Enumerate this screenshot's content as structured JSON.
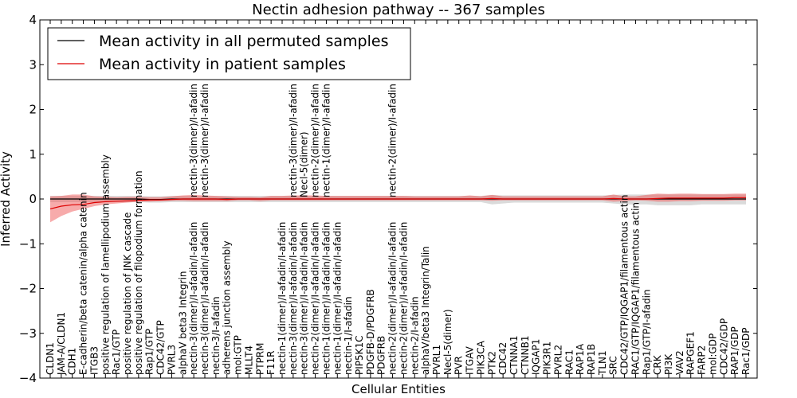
{
  "chart_data": {
    "type": "line",
    "title": "Nectin adhesion pathway -- 367 samples",
    "xlabel": "Cellular Entities",
    "ylabel": "Inferred Activity",
    "ylim": [
      -4,
      4
    ],
    "yticks": [
      -4,
      -3,
      -2,
      -1,
      0,
      1,
      2,
      3,
      4
    ],
    "ytick_labels": [
      "−4",
      "−3",
      "−2",
      "−1",
      "0",
      "1",
      "2",
      "3",
      "4"
    ],
    "grid": false,
    "legend_position": "top-left",
    "categories": [
      "CLDN1",
      "JAM-A/CLDN1",
      "CDH1",
      "E-cadherin/beta catenin/alpha catenin",
      "ITGB3",
      "positive regulation of lamellipodium assembly",
      "Rac1/GTP",
      "positive regulation of JNK cascade",
      "positive regulation of filopodium formation",
      "Rap1/GTP",
      "CDC42/GTP",
      "PVRL3",
      "alphaV beta3 Integrin",
      "nectin-3(dimer)/I-afadin/I-afadin",
      "nectin-3(dimer)/I-afadin/I-afadin",
      "nectin-3/I-afadin",
      "adherens junction assembly",
      "mol:GTP",
      "MLLT4",
      "PTPRM",
      "F11R",
      "nectin-1(dimer)/I-afadin/I-afadin",
      "nectin-3(dimer)/I-afadin/I-afadin",
      "nectin-3(dimer)/I-afadin/I-afadin",
      "nectin-2(dimer)/I-afadin/I-afadin",
      "nectin-1(dimer)/I-afadin/I-afadin",
      "nectin-1(dimer)/I-afadin/I-afadin",
      "nectin-1/I-afadin",
      "PIP5K1C",
      "PDGFB-D/PDGFRB",
      "PDGFRB",
      "nectin-2(dimer)/I-afadin/I-afadin",
      "nectin-2(dimer)/I-afadin/I-afadin",
      "nectin-2/I-afadin",
      "alphaV/beta3 Integrin/Talin",
      "PVRL1",
      "Necl-5(dimer)",
      "PVR",
      "ITGAV",
      "PIK3CA",
      "PTK2",
      "CDC42",
      "CTNNA1",
      "CTNNB1",
      "IQGAP1",
      "PIK3R1",
      "PVRL2",
      "RAC1",
      "RAP1A",
      "RAP1B",
      "TLN1",
      "SRC",
      "CDC42/GTP/IQGAP1/filamentous actin",
      "RAC1/GTP/IQGAP1/filamentous actin",
      "Rap1/GTP/I-afadin",
      "CRK",
      "PI3K",
      "VAV2",
      "RAPGEF1",
      "FARP2",
      "mol:GDP",
      "CDC42/GDP",
      "RAP1/GDP",
      "Rac1/GDP"
    ],
    "upper_labels": [
      {
        "index": 13,
        "text": "nectin-3(dimer)/I-afadin"
      },
      {
        "index": 14,
        "text": "nectin-3(dimer)/I-afadin"
      },
      {
        "index": 22,
        "text": "nectin-3(dimer)/I-afadin"
      },
      {
        "index": 23,
        "text": "Necl-5(dimer)"
      },
      {
        "index": 24,
        "text": "nectin-2(dimer)/I-afadin"
      },
      {
        "index": 25,
        "text": "nectin-1(dimer)/I-afadin"
      },
      {
        "index": 31,
        "text": "nectin-2(dimer)/I-afadin"
      }
    ],
    "series": [
      {
        "name": "Mean activity in all permuted samples",
        "color": "#000000",
        "values": [
          0.0,
          0.0,
          0.0,
          0.0,
          0.0,
          0.0,
          0.0,
          0.0,
          0.0,
          -0.01,
          -0.01,
          0.0,
          0.0,
          0.0,
          0.0,
          0.0,
          0.0,
          0.0,
          0.0,
          0.0,
          0.0,
          0.0,
          0.0,
          0.0,
          0.0,
          0.0,
          0.0,
          0.0,
          0.0,
          0.0,
          0.0,
          0.0,
          0.0,
          0.0,
          0.0,
          0.0,
          0.0,
          0.0,
          0.0,
          0.0,
          0.0,
          0.0,
          0.0,
          0.0,
          0.0,
          0.0,
          0.0,
          0.0,
          0.0,
          0.0,
          0.0,
          0.0,
          0.0,
          0.0,
          0.0,
          0.0,
          0.0,
          0.0,
          0.0,
          0.0,
          0.0,
          0.0,
          0.0,
          0.0
        ],
        "lower": [
          -0.07,
          -0.07,
          -0.07,
          -0.07,
          -0.07,
          -0.07,
          -0.07,
          -0.07,
          -0.07,
          -0.08,
          -0.08,
          -0.07,
          -0.07,
          -0.07,
          -0.07,
          -0.07,
          -0.07,
          -0.07,
          -0.07,
          -0.07,
          -0.07,
          -0.07,
          -0.07,
          -0.07,
          -0.07,
          -0.07,
          -0.07,
          -0.07,
          -0.07,
          -0.07,
          -0.07,
          -0.07,
          -0.07,
          -0.07,
          -0.07,
          -0.07,
          -0.07,
          -0.07,
          -0.07,
          -0.07,
          -0.12,
          -0.1,
          -0.08,
          -0.08,
          -0.08,
          -0.08,
          -0.08,
          -0.08,
          -0.08,
          -0.08,
          -0.08,
          -0.1,
          -0.12,
          -0.12,
          -0.12,
          -0.14,
          -0.14,
          -0.14,
          -0.14,
          -0.12,
          -0.12,
          -0.12,
          -0.12,
          -0.12
        ],
        "upper": [
          0.07,
          0.07,
          0.07,
          0.07,
          0.07,
          0.07,
          0.07,
          0.07,
          0.07,
          0.06,
          0.06,
          0.07,
          0.07,
          0.07,
          0.07,
          0.07,
          0.07,
          0.07,
          0.07,
          0.07,
          0.07,
          0.07,
          0.07,
          0.07,
          0.07,
          0.07,
          0.07,
          0.07,
          0.07,
          0.07,
          0.07,
          0.07,
          0.07,
          0.07,
          0.07,
          0.07,
          0.07,
          0.07,
          0.07,
          0.07,
          0.09,
          0.08,
          0.08,
          0.08,
          0.08,
          0.08,
          0.08,
          0.08,
          0.08,
          0.08,
          0.08,
          0.09,
          0.1,
          0.1,
          0.1,
          0.1,
          0.1,
          0.1,
          0.1,
          0.1,
          0.1,
          0.1,
          0.1,
          0.1
        ]
      },
      {
        "name": "Mean activity in patient samples",
        "color": "#dd0000",
        "values": [
          -0.22,
          -0.16,
          -0.13,
          -0.12,
          -0.08,
          -0.06,
          -0.05,
          -0.04,
          -0.03,
          -0.02,
          -0.02,
          -0.01,
          0.0,
          0.0,
          0.0,
          0.0,
          -0.01,
          0.0,
          0.0,
          0.0,
          0.0,
          0.0,
          0.0,
          0.0,
          0.0,
          0.0,
          0.0,
          0.0,
          0.0,
          0.0,
          0.0,
          0.0,
          0.0,
          0.0,
          0.0,
          0.0,
          0.0,
          0.0,
          0.0,
          0.0,
          0.01,
          0.0,
          0.0,
          0.0,
          0.0,
          0.0,
          0.0,
          0.0,
          0.0,
          0.0,
          0.0,
          0.01,
          0.0,
          0.0,
          0.0,
          0.01,
          0.02,
          0.02,
          0.02,
          0.02,
          0.02,
          0.02,
          0.03,
          0.03
        ],
        "lower": [
          -0.52,
          -0.38,
          -0.28,
          -0.22,
          -0.16,
          -0.12,
          -0.1,
          -0.08,
          -0.06,
          -0.06,
          -0.05,
          -0.04,
          -0.04,
          -0.05,
          -0.05,
          -0.05,
          -0.05,
          -0.03,
          -0.03,
          -0.05,
          -0.03,
          -0.03,
          -0.03,
          -0.03,
          -0.03,
          -0.03,
          -0.03,
          -0.03,
          -0.03,
          -0.03,
          -0.03,
          -0.03,
          -0.03,
          -0.03,
          -0.03,
          -0.03,
          -0.03,
          -0.03,
          -0.03,
          -0.03,
          -0.04,
          -0.03,
          -0.03,
          -0.03,
          -0.03,
          -0.03,
          -0.03,
          -0.03,
          -0.03,
          -0.03,
          -0.03,
          -0.06,
          -0.05,
          -0.03,
          -0.04,
          -0.06,
          -0.06,
          -0.05,
          -0.05,
          -0.04,
          -0.04,
          -0.04,
          -0.03,
          -0.03
        ],
        "upper": [
          0.06,
          0.07,
          0.1,
          0.1,
          0.06,
          0.05,
          0.04,
          0.05,
          0.05,
          0.04,
          0.04,
          0.06,
          0.08,
          0.09,
          0.08,
          0.07,
          0.06,
          0.05,
          0.05,
          0.04,
          0.07,
          0.07,
          0.08,
          0.08,
          0.08,
          0.07,
          0.07,
          0.07,
          0.07,
          0.07,
          0.07,
          0.07,
          0.07,
          0.06,
          0.06,
          0.06,
          0.06,
          0.06,
          0.08,
          0.06,
          0.09,
          0.06,
          0.06,
          0.06,
          0.06,
          0.06,
          0.06,
          0.06,
          0.06,
          0.06,
          0.06,
          0.1,
          0.06,
          0.06,
          0.09,
          0.12,
          0.11,
          0.12,
          0.12,
          0.11,
          0.11,
          0.11,
          0.12,
          0.12
        ]
      }
    ]
  }
}
